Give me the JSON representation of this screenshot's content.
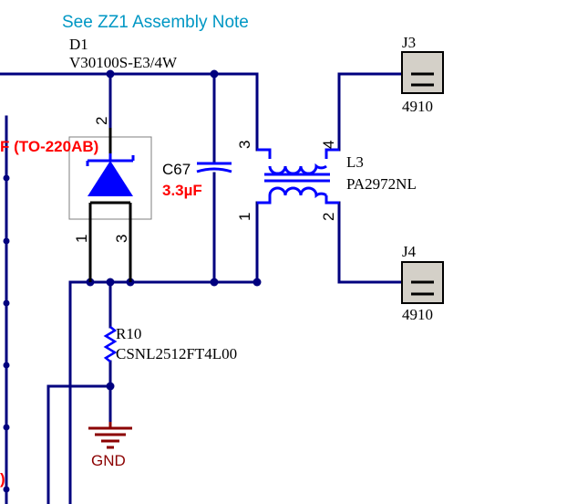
{
  "note": {
    "text": "See ZZ1 Assembly Note"
  },
  "d1": {
    "ref": "D1",
    "value": "V30100S-E3/4W",
    "package_fragment": "F (TO-220AB)",
    "pins": {
      "top": "2",
      "left": "1",
      "right": "3"
    }
  },
  "c67": {
    "ref": "C67",
    "value": "3.3µF"
  },
  "l3": {
    "ref": "L3",
    "value": "PA2972NL",
    "pins": {
      "p1": "1",
      "p2": "2",
      "p3": "3",
      "p4": "4"
    }
  },
  "j3": {
    "ref": "J3",
    "value": "4910"
  },
  "j4": {
    "ref": "J4",
    "value": "4910"
  },
  "r10": {
    "ref": "R10",
    "value": "CSNL2512FT4L00"
  },
  "gnd": {
    "label": "GND"
  },
  "edge_fragment": {
    "text": ")"
  },
  "colors": {
    "wire": "#00007f",
    "pin": "#000000",
    "part": "#0000ff",
    "note": "#0097c4",
    "ref": "#000000",
    "red": "#ff0000",
    "gnd": "#8b0000"
  }
}
